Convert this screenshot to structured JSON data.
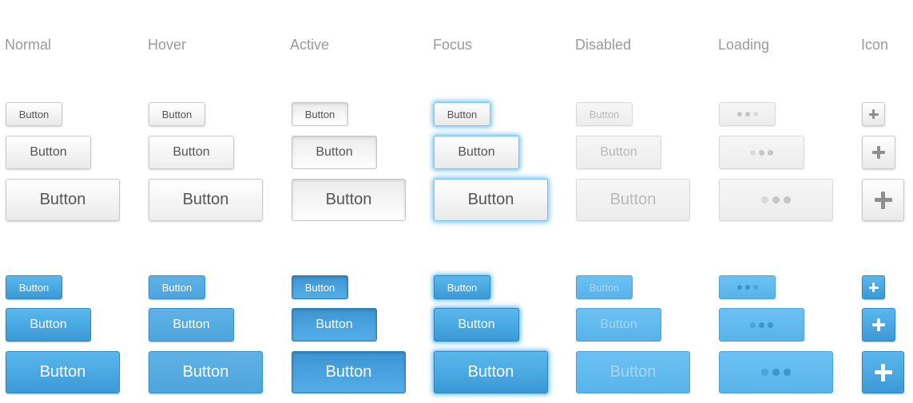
{
  "columns": {
    "normal": "Normal",
    "hover": "Hover",
    "active": "Active",
    "focus": "Focus",
    "disabled": "Disabled",
    "loading": "Loading",
    "icon": "Icon"
  },
  "button_label": "Button",
  "icons": {
    "loading": "three-dots-icon",
    "icon_button": "plus-icon"
  },
  "colors": {
    "gray_text": "#555555",
    "blue_primary": "#3a98d5",
    "focus_glow": "#5bb6f0",
    "header_text": "#9a9a9a"
  }
}
